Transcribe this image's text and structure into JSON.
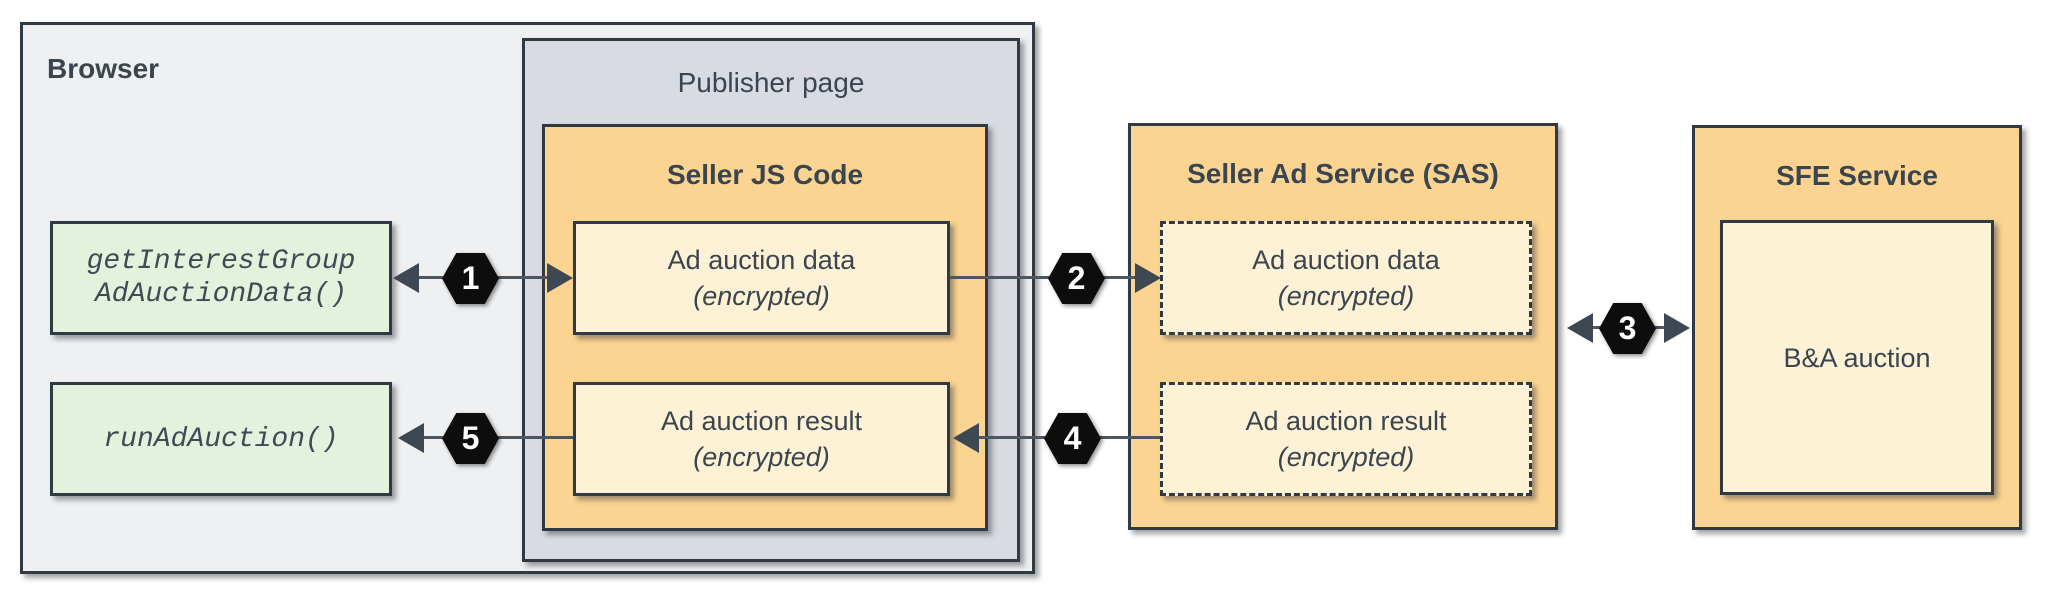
{
  "diagram": {
    "browser": {
      "label": "Browser",
      "apis": [
        {
          "line1": "getInterestGroup",
          "line2": "AdAuctionData()"
        },
        {
          "label": "runAdAuction()"
        }
      ]
    },
    "publisher": {
      "label": "Publisher page"
    },
    "seller_js": {
      "title": "Seller JS Code",
      "boxes": [
        {
          "line1": "Ad auction data",
          "line2": "(encrypted)"
        },
        {
          "line1": "Ad auction result",
          "line2": "(encrypted)"
        }
      ]
    },
    "sas": {
      "title": "Seller Ad Service (SAS)",
      "boxes": [
        {
          "line1": "Ad auction data",
          "line2": "(encrypted)"
        },
        {
          "line1": "Ad auction result",
          "line2": "(encrypted)"
        }
      ]
    },
    "sfe": {
      "title": "SFE Service",
      "box": {
        "label": "B&A auction"
      }
    },
    "steps": [
      {
        "label": "1",
        "direction": "bidirectional"
      },
      {
        "label": "2",
        "direction": "right"
      },
      {
        "label": "3",
        "direction": "bidirectional"
      },
      {
        "label": "4",
        "direction": "left"
      },
      {
        "label": "5",
        "direction": "left"
      }
    ],
    "colors": {
      "browser_fill": "#eef0f2",
      "publisher_fill": "#d8dce2",
      "service_fill": "#fbd492",
      "inner_box_fill": "#fdf2d5",
      "api_box_fill": "#e3f2dd",
      "border": "#303a44",
      "connector": "#4d5761",
      "step_badge_fill": "#0d0d0d",
      "step_badge_text": "#ffffff",
      "text": "#3b4550"
    }
  }
}
